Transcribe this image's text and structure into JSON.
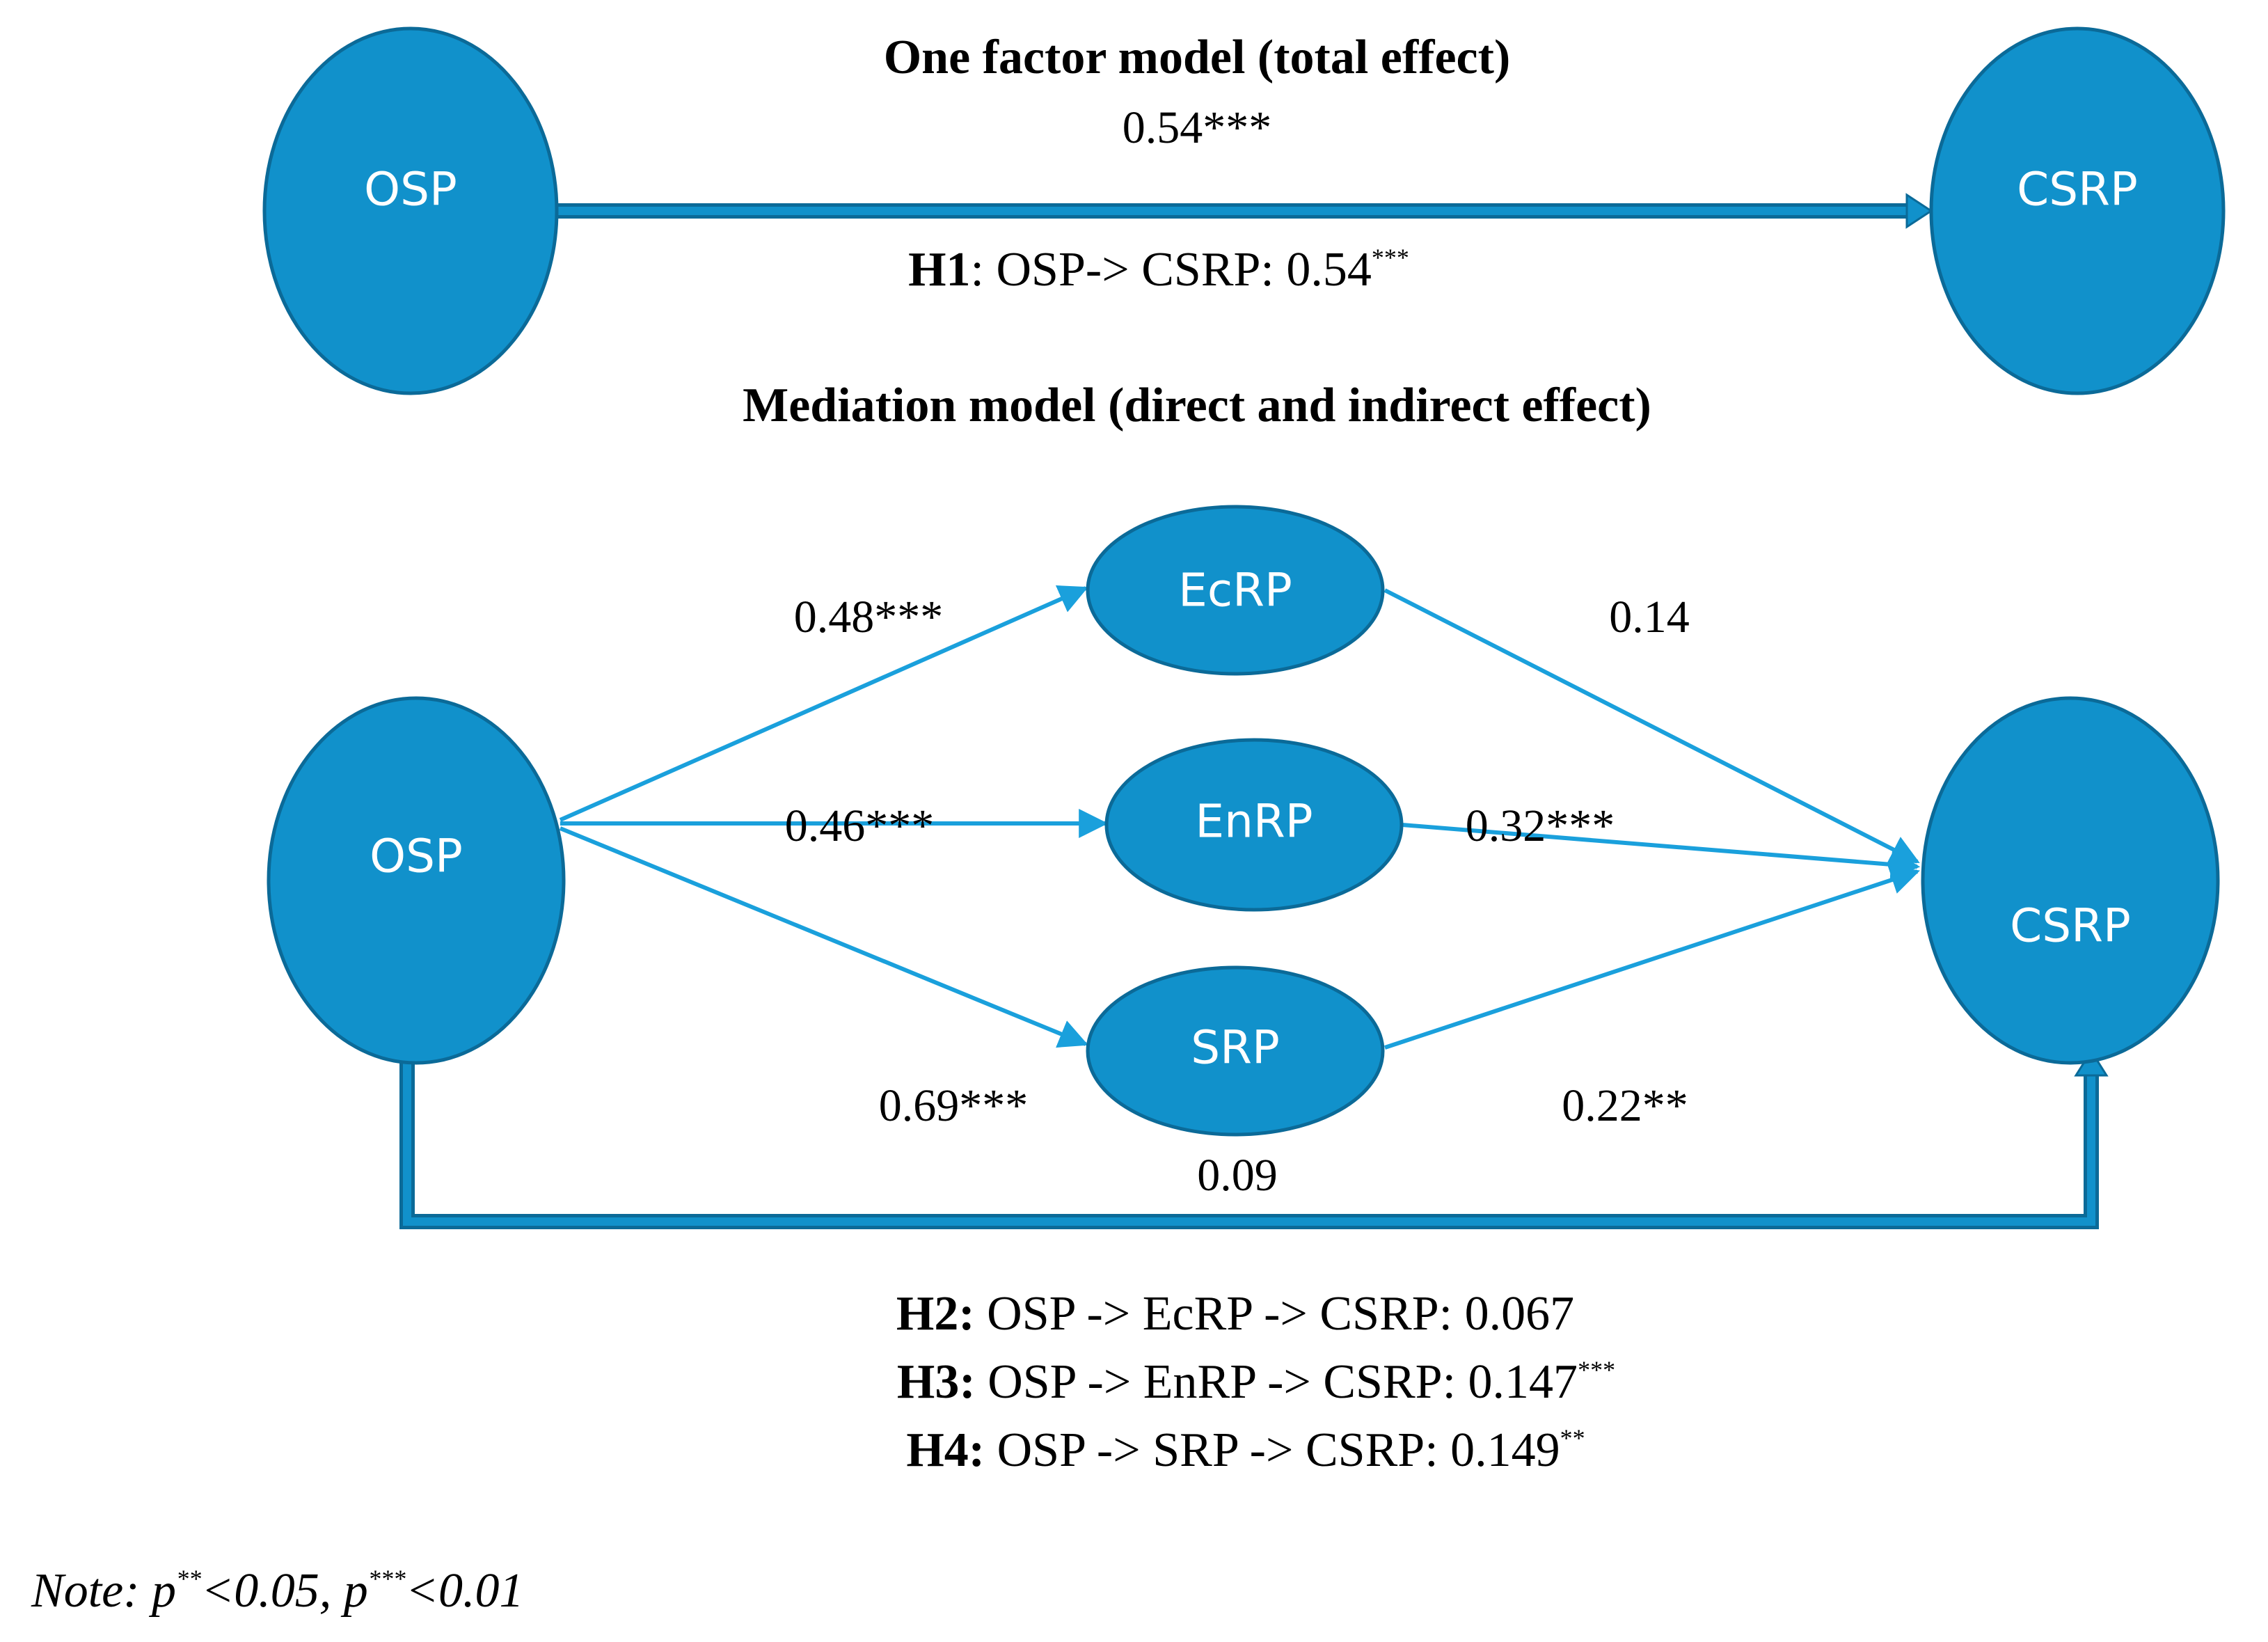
{
  "top": {
    "title": "One factor model (total effect)",
    "coef": "0.54***",
    "h1_label": "H1",
    "h1_text": ": OSP-> CSRP: 0.54",
    "h1_sup": "***",
    "node_left": "OSP",
    "node_right": "CSRP"
  },
  "mediation": {
    "title": "Mediation model (direct and indirect effect)",
    "nodes": {
      "osp": "OSP",
      "ecrp": "EcRP",
      "enrp": "EnRP",
      "srp": "SRP",
      "csrp": "CSRP"
    },
    "coefs": {
      "osp_ecrp": "0.48***",
      "osp_enrp": "0.46***",
      "osp_srp": "0.69***",
      "ecrp_csrp": "0.14",
      "enrp_csrp": "0.32***",
      "srp_csrp": "0.22**",
      "direct": "0.09"
    }
  },
  "hypotheses": [
    {
      "label": "H2:",
      "text": " OSP -> EcRP -> CSRP: 0.067",
      "sup": ""
    },
    {
      "label": "H3:",
      "text": " OSP -> EnRP -> CSRP: 0.147",
      "sup": "***"
    },
    {
      "label": "H4:",
      "text": " OSP -> SRP -> CSRP:  0.149",
      "sup": "**"
    }
  ],
  "note": {
    "prefix": "Note: p",
    "sup1": "**",
    "mid": "<0.05, p",
    "sup2": "***",
    "suffix": "<0.01"
  },
  "colors": {
    "node_fill": "#1191cb",
    "arrow": "#1aa0dc"
  }
}
